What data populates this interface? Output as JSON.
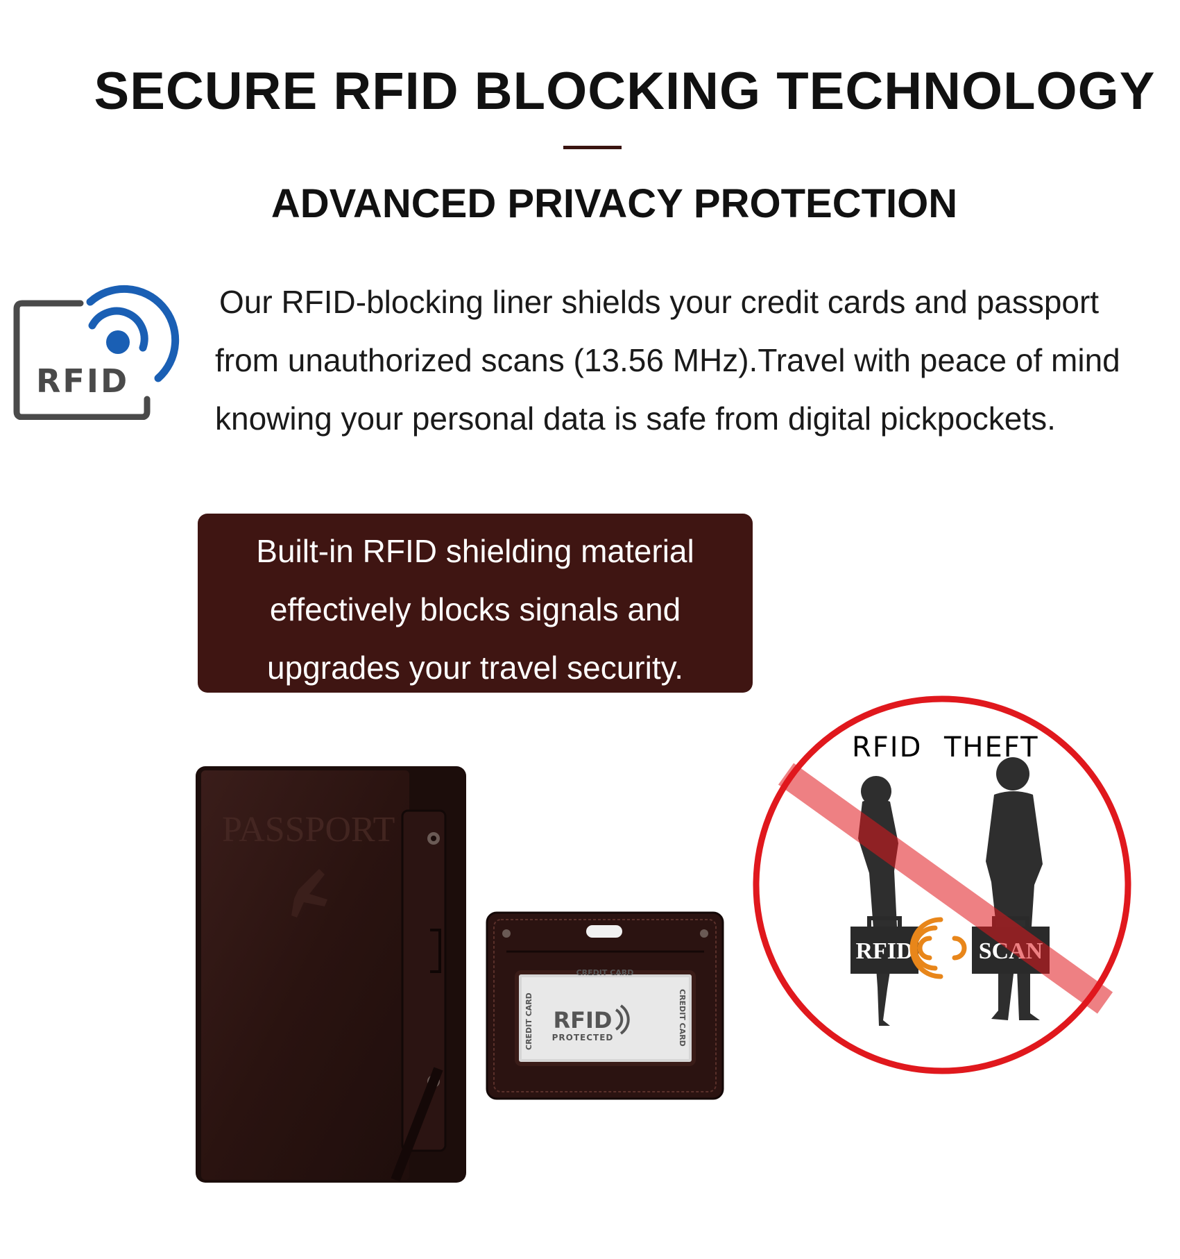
{
  "header": {
    "title": "SECURE RFID BLOCKING TECHNOLOGY",
    "subtitle": "ADVANCED PRIVACY PROTECTION"
  },
  "intro": {
    "icon_label": "RFID",
    "lines": [
      "Our RFID-blocking liner shields your credit cards and passport",
      "from unauthorized scans (13.56 MHz).Travel with peace of mind",
      "knowing your personal data is safe from digital pickpockets."
    ]
  },
  "callout": {
    "lines": [
      "Built-in RFID shielding material",
      "effectively blocks signals and",
      "upgrades your travel security."
    ]
  },
  "product": {
    "passport_embossed": "PASSPORT",
    "card_top_label": "CREDIT CARD",
    "card_side_label": "CREDIT CARD",
    "card_brand": "RFID",
    "card_sub": "PROTECTED"
  },
  "theft_graphic": {
    "label_left": "RFID",
    "label_right": "THEFT",
    "bag_left": "RFID",
    "bag_right": "SCAN"
  },
  "colors": {
    "accent_brown": "#3f1512",
    "ring_red": "#e0181d",
    "icon_blue": "#1a5fb4",
    "icon_gray": "#4a4a4a"
  }
}
